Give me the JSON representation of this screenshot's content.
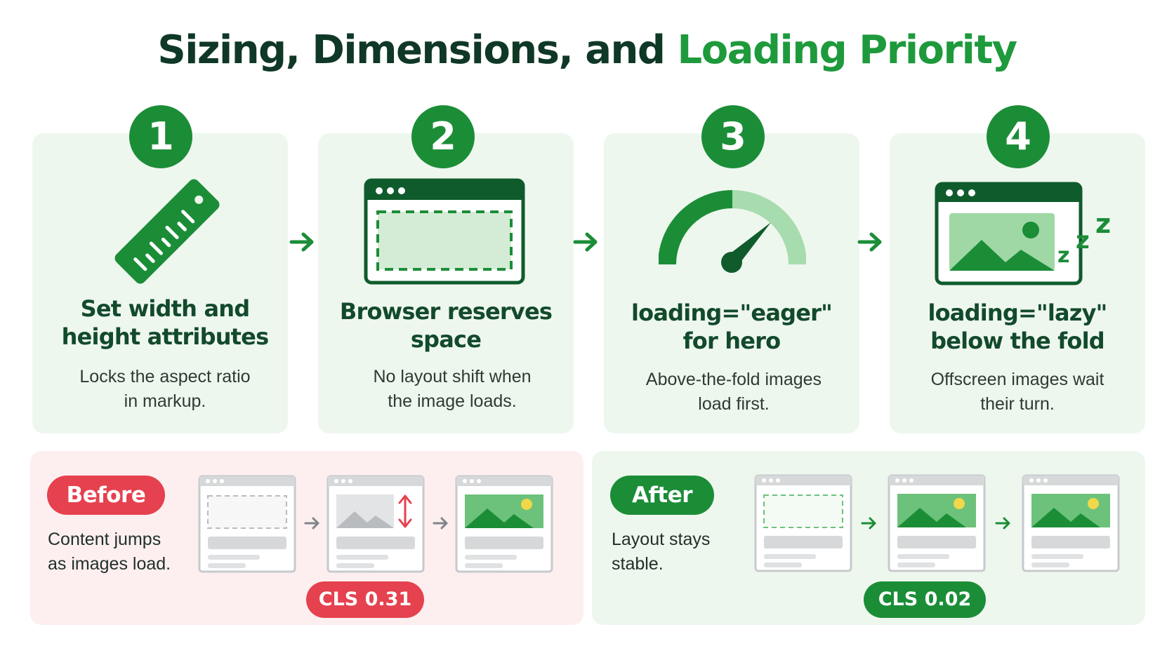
{
  "title": {
    "main": "Sizing, Dimensions, and",
    "accent": "Loading Priority"
  },
  "steps": [
    {
      "number": "1",
      "icon": "ruler-icon",
      "title_line1": "Set width and",
      "title_line2": "height attributes",
      "desc_line1": "Locks the aspect ratio",
      "desc_line2": "in markup."
    },
    {
      "number": "2",
      "icon": "browser-placeholder-icon",
      "title_line1": "Browser reserves",
      "title_line2": "space",
      "desc_line1": "No layout shift when",
      "desc_line2": "the image loads."
    },
    {
      "number": "3",
      "icon": "speedometer-icon",
      "title_line1": "loading=\"eager\"",
      "title_line2": "for hero",
      "desc_line1": "Above-the-fold images",
      "desc_line2": "load first."
    },
    {
      "number": "4",
      "icon": "sleeping-image-icon",
      "title_line1": "loading=\"lazy\"",
      "title_line2": "below the fold",
      "desc_line1": "Offscreen images wait",
      "desc_line2": "their turn."
    }
  ],
  "before": {
    "label": "Before",
    "text_line1": "Content jumps",
    "text_line2": "as images load.",
    "cls": "CLS 0.31"
  },
  "after": {
    "label": "After",
    "text_line1": "Layout stays",
    "text_line2": "stable.",
    "cls": "CLS 0.02"
  },
  "colors": {
    "green": "#1b8d37",
    "red": "#e5414f",
    "card_green": "#eef7ee",
    "card_red": "#fdeff0"
  }
}
